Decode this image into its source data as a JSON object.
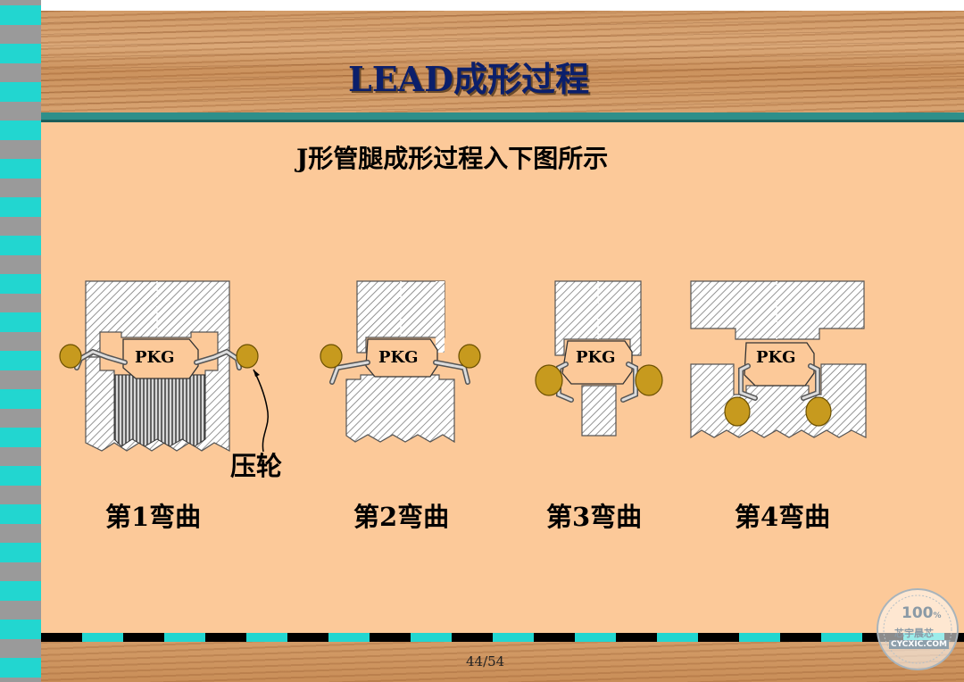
{
  "slide": {
    "title": "LEAD成形过程",
    "subtitle": "J形管腿成形过程入下图所示",
    "page": "44/54"
  },
  "diagram": {
    "stages": [
      {
        "package_label": "PKG",
        "caption": "第1弯曲",
        "callout": "压轮"
      },
      {
        "package_label": "PKG",
        "caption": "第2弯曲"
      },
      {
        "package_label": "PKG",
        "caption": "第3弯曲"
      },
      {
        "package_label": "PKG",
        "caption": "第4弯曲"
      }
    ]
  },
  "watermark": {
    "text_top": "100",
    "text_top_sup": "%",
    "text_mid": "芯宇晨芯",
    "text_bottom": "CYCXIC.COM"
  },
  "colors": {
    "background": "#fcc999",
    "title": "#0b1f6b",
    "teal": "#22d6d0",
    "roller": "#c79a1e",
    "package": "#fcc999",
    "hatch": "#7a7a7a"
  }
}
